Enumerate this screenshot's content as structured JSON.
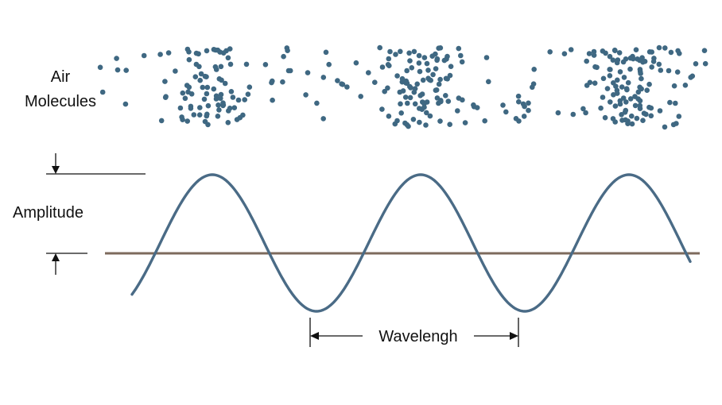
{
  "labels": {
    "air_line1": "Air",
    "air_line2": "Molecules",
    "amplitude": "Amplitude",
    "wavelength": "Wavelengh"
  },
  "colors": {
    "wave": "#4a6b86",
    "molecule": "#3f6882",
    "baseline": "#7d6a5c",
    "annotation": "#111111"
  },
  "molecules": {
    "count_per_cycle": 120,
    "cycles": 3,
    "compression_phase": "wave-peak"
  }
}
